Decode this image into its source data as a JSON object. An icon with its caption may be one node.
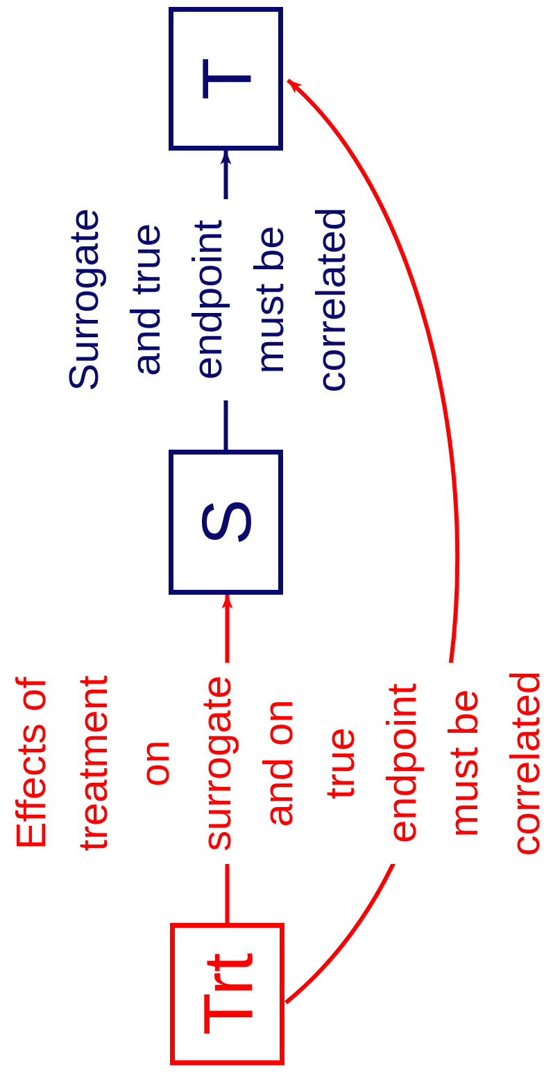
{
  "diagram": {
    "nodes": [
      {
        "text": [
          "Trt"
        ]
      },
      {
        "text": [
          "S"
        ]
      },
      {
        "text": [
          "T"
        ]
      }
    ],
    "edges": [
      {
        "from": 0,
        "to": 1,
        "arrow": "to",
        "label": "Effects of treatment on surrogate and on true endpoint must be correlated",
        "color": "#ff0000"
      },
      {
        "from": 1,
        "to": 2,
        "arrow": "to",
        "label": "Surrogate and true endpoint must be correlated",
        "color": "#0a0a6e"
      },
      {
        "from": 0,
        "to": 2,
        "arrow": "to",
        "color": "#ff0000"
      }
    ]
  }
}
